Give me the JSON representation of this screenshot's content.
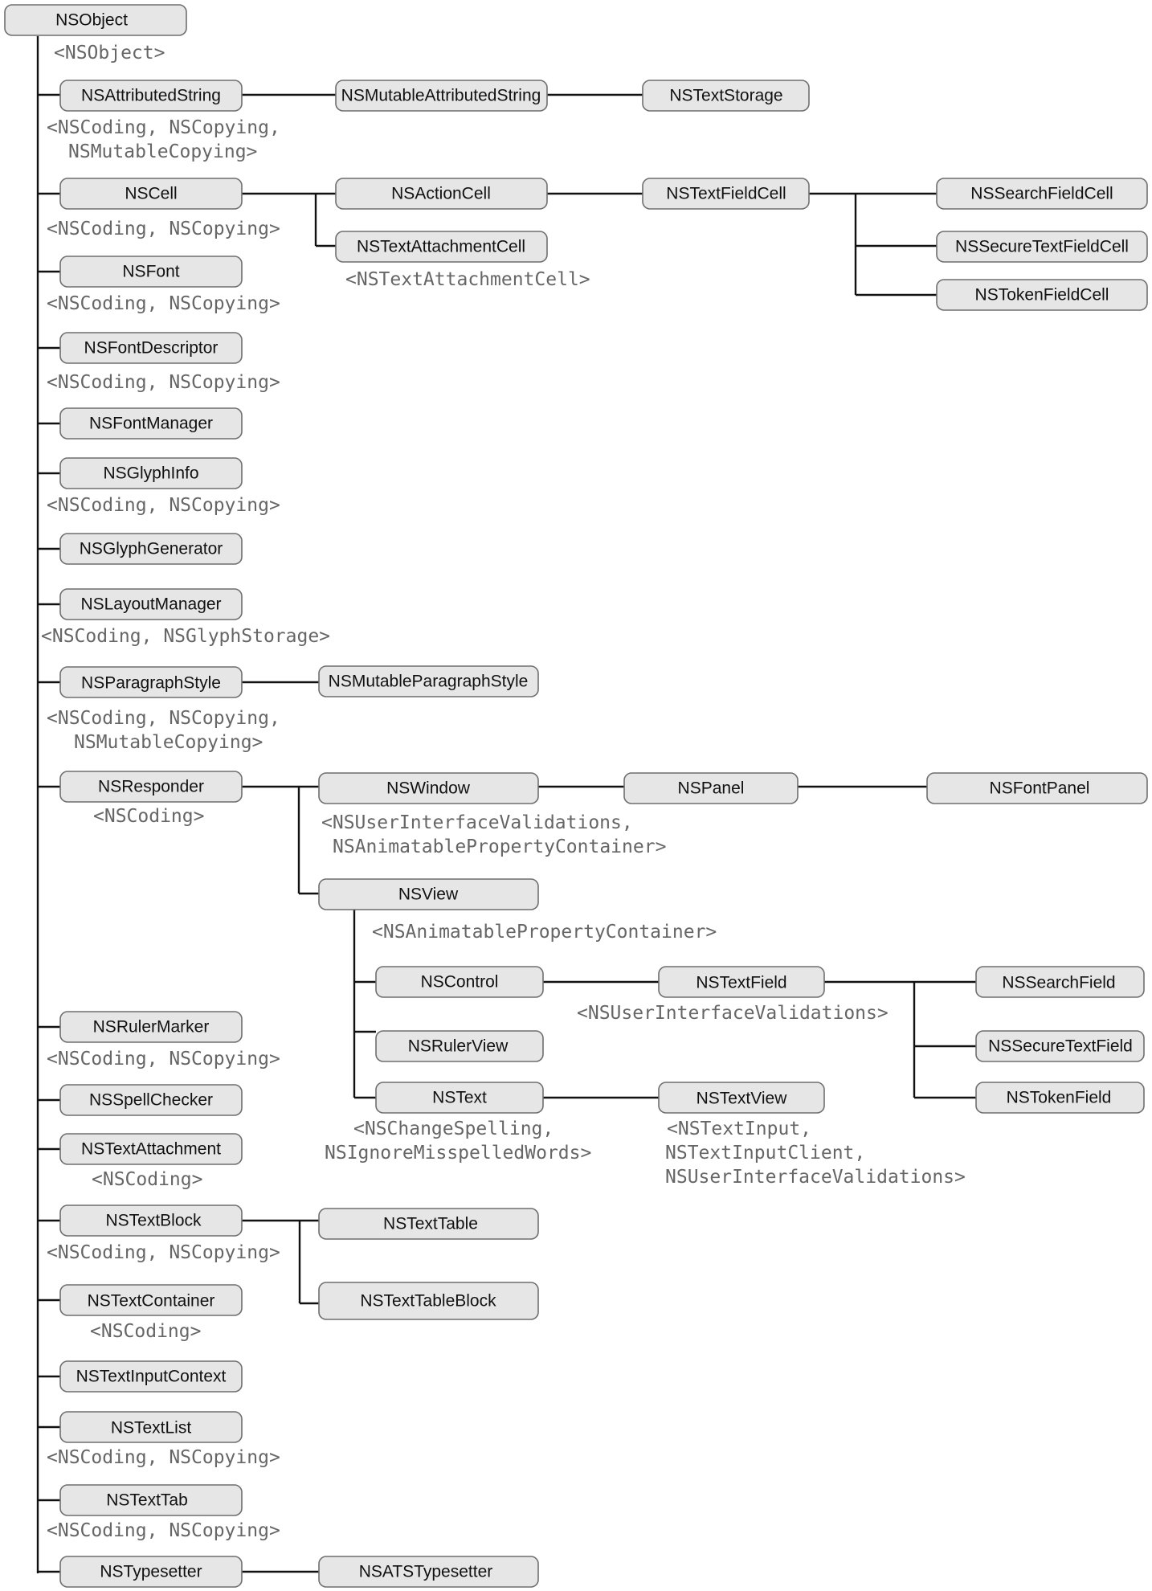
{
  "classes": {
    "nsobject": "NSObject",
    "nsattributedstring": "NSAttributedString",
    "nsmutableattributedstring": "NSMutableAttributedString",
    "nstextstorage": "NSTextStorage",
    "nscell": "NSCell",
    "nsactioncell": "NSActionCell",
    "nstextfieldcell": "NSTextFieldCell",
    "nssearchfieldcell": "NSSearchFieldCell",
    "nssecuretextfieldcell": "NSSecureTextFieldCell",
    "nstokenfieldcell": "NSTokenFieldCell",
    "nstextattachmentcell": "NSTextAttachmentCell",
    "nsfont": "NSFont",
    "nsfontdescriptor": "NSFontDescriptor",
    "nsfontmanager": "NSFontManager",
    "nsglyphinfo": "NSGlyphInfo",
    "nsglyphgenerator": "NSGlyphGenerator",
    "nslayoutmanager": "NSLayoutManager",
    "nsparagraphstyle": "NSParagraphStyle",
    "nsmutableparagraphstyle": "NSMutableParagraphStyle",
    "nsresponder": "NSResponder",
    "nswindow": "NSWindow",
    "nspanel": "NSPanel",
    "nsfontpanel": "NSFontPanel",
    "nsview": "NSView",
    "nscontrol": "NSControl",
    "nstextfield": "NSTextField",
    "nssearchfield": "NSSearchField",
    "nssecuretextfield": "NSSecureTextField",
    "nstokenfield": "NSTokenField",
    "nsrulerview": "NSRulerView",
    "nstext": "NSText",
    "nstextview": "NSTextView",
    "nsrulermarker": "NSRulerMarker",
    "nsspellchecker": "NSSpellChecker",
    "nstextattachment": "NSTextAttachment",
    "nstextblock": "NSTextBlock",
    "nstexttable": "NSTextTable",
    "nstexttableblock": "NSTextTableBlock",
    "nstextcontainer": "NSTextContainer",
    "nstextinputcontext": "NSTextInputContext",
    "nstextlist": "NSTextList",
    "nstexttab": "NSTextTab",
    "nstypesetter": "NSTypesetter",
    "nsatstypesetter": "NSATSTypesetter"
  },
  "protocols": {
    "nsobject": "<NSObject>",
    "attributedstring_1": "<NSCoding, NSCopying,",
    "attributedstring_2": "NSMutableCopying>",
    "cell": "<NSCoding, NSCopying>",
    "textattachmentcell": "<NSTextAttachmentCell>",
    "font": "<NSCoding, NSCopying>",
    "fontdescriptor": "<NSCoding, NSCopying>",
    "glyphinfo": "<NSCoding, NSCopying>",
    "layoutmanager": "<NSCoding, NSGlyphStorage>",
    "paragraphstyle_1": "<NSCoding, NSCopying,",
    "paragraphstyle_2": "NSMutableCopying>",
    "responder": "<NSCoding>",
    "window_1": "<NSUserInterfaceValidations,",
    "window_2": "NSAnimatablePropertyContainer>",
    "view": "<NSAnimatablePropertyContainer>",
    "textfield": "<NSUserInterfaceValidations>",
    "text_1": "<NSChangeSpelling,",
    "text_2": "NSIgnoreMisspelledWords>",
    "textview_1": "<NSTextInput,",
    "textview_2": "NSTextInputClient,",
    "textview_3": "NSUserInterfaceValidations>",
    "rulermarker": "<NSCoding, NSCopying>",
    "textattachment": "<NSCoding>",
    "textblock": "<NSCoding, NSCopying>",
    "textcontainer": "<NSCoding>",
    "textlist": "<NSCoding, NSCopying>",
    "texttab": "<NSCoding, NSCopying>"
  }
}
